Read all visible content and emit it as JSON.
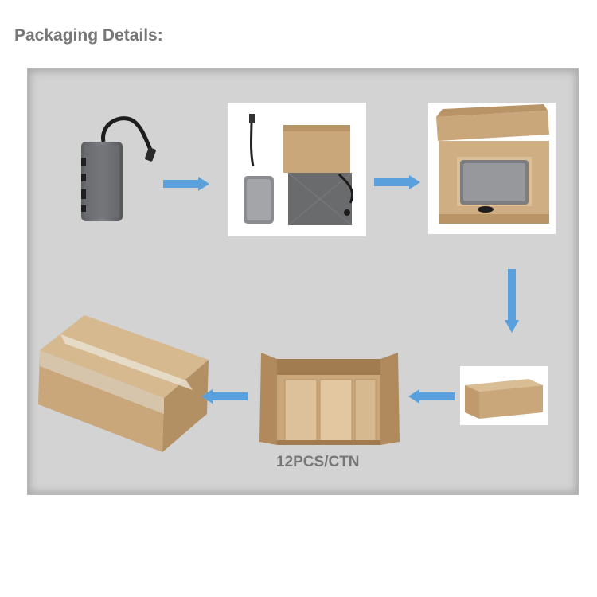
{
  "heading": "Packaging Details:",
  "caption": "12PCS/CTN",
  "colors": {
    "panel": "#d3d3d3",
    "arrow": "#5aa0dc",
    "cardboard": "#c9a77b",
    "heading_text": "#777777"
  },
  "steps": [
    {
      "name": "usb-hub-product"
    },
    {
      "name": "hub-with-box-and-pouch"
    },
    {
      "name": "hub-inside-open-box"
    },
    {
      "name": "closed-mailer-box"
    },
    {
      "name": "open-carton-with-boxes"
    },
    {
      "name": "sealed-shipping-carton"
    }
  ],
  "arrows": [
    "right",
    "right",
    "down",
    "left",
    "left"
  ]
}
